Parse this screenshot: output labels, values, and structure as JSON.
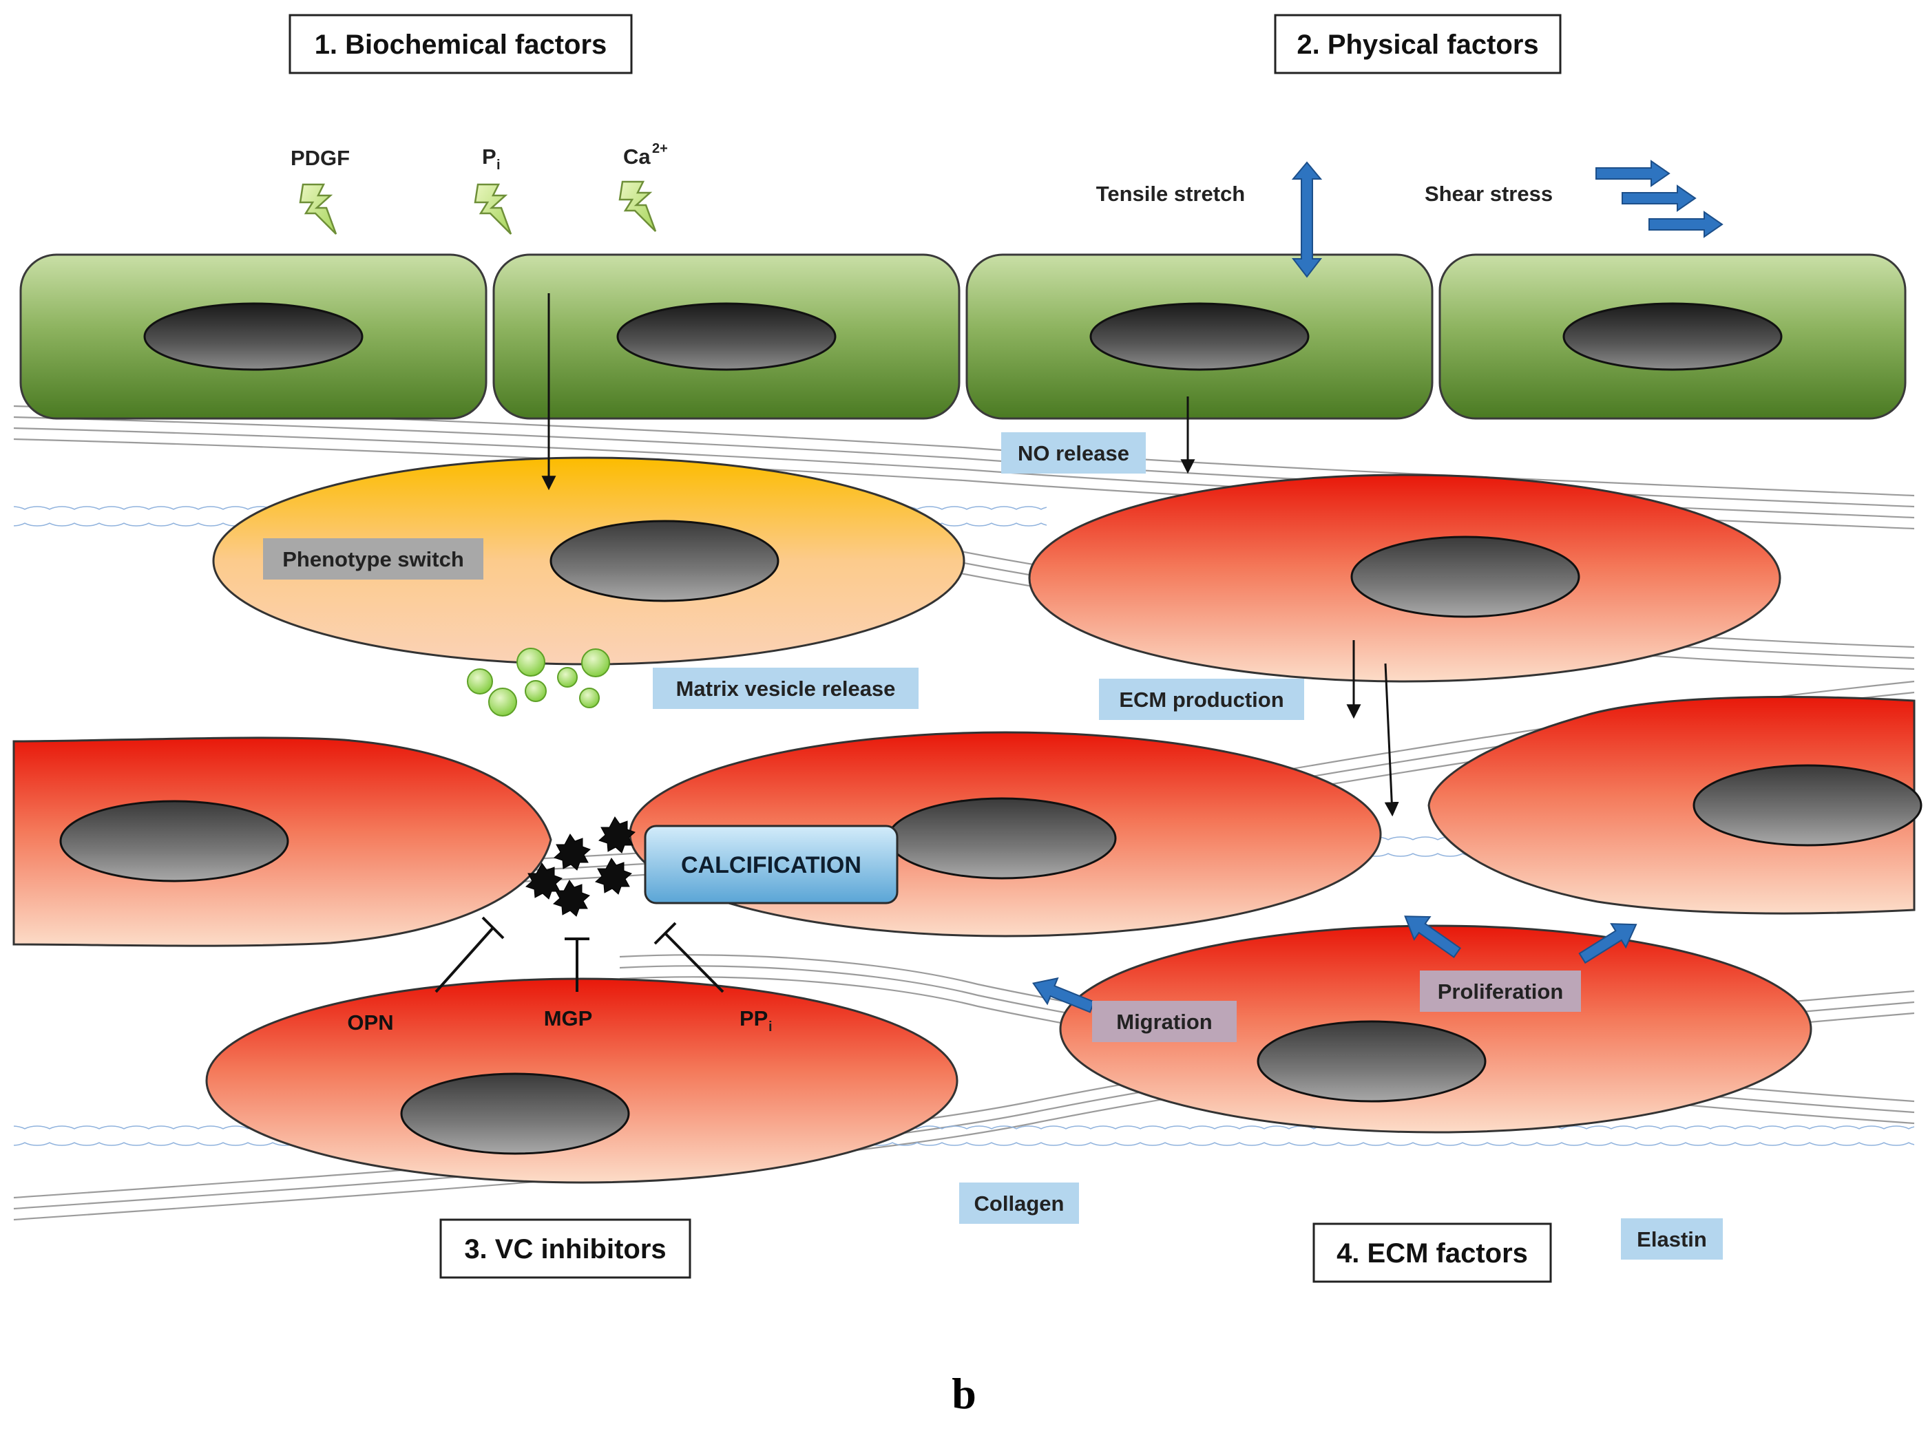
{
  "panel_letter": "b",
  "headers": {
    "biochemical": "1. Biochemical factors",
    "physical": "2. Physical factors",
    "vc_inhibitors": "3. VC inhibitors",
    "ecm_factors": "4. ECM factors"
  },
  "stimuli": {
    "pdgf": "PDGF",
    "pi_main": "P",
    "pi_sub": "i",
    "ca_main": "Ca",
    "ca_sup": "2+",
    "tensile": "Tensile stretch",
    "shear": "Shear stress"
  },
  "process_labels": {
    "no_release": "NO release",
    "phenotype_switch": "Phenotype switch",
    "matrix_vesicle": "Matrix vesicle release",
    "ecm_production": "ECM production",
    "calcification": "CALCIFICATION",
    "migration": "Migration",
    "proliferation": "Proliferation",
    "collagen": "Collagen",
    "elastin": "Elastin"
  },
  "inhibitors": {
    "opn": "OPN",
    "mgp": "MGP",
    "ppi_main": "PP",
    "ppi_sub": "i"
  },
  "colors": {
    "endothelial_top": "#c9dfa6",
    "endothelial_bottom": "#4f7d26",
    "smc_red": "#ec1b0c",
    "smc_light": "#fbd6c0",
    "synthetic_top": "#fcbf00",
    "synthetic_bottom": "#fbcfae",
    "nucleus_dark": "#2e2e2e",
    "label_blue": "#b4d6ee",
    "label_grey": "#a8a8a8",
    "label_mauve": "#bca6b8",
    "arrow_blue": "#2e74c0",
    "vesicle_green": "#98d95a",
    "elastin_blue": "#8fb2dd"
  }
}
